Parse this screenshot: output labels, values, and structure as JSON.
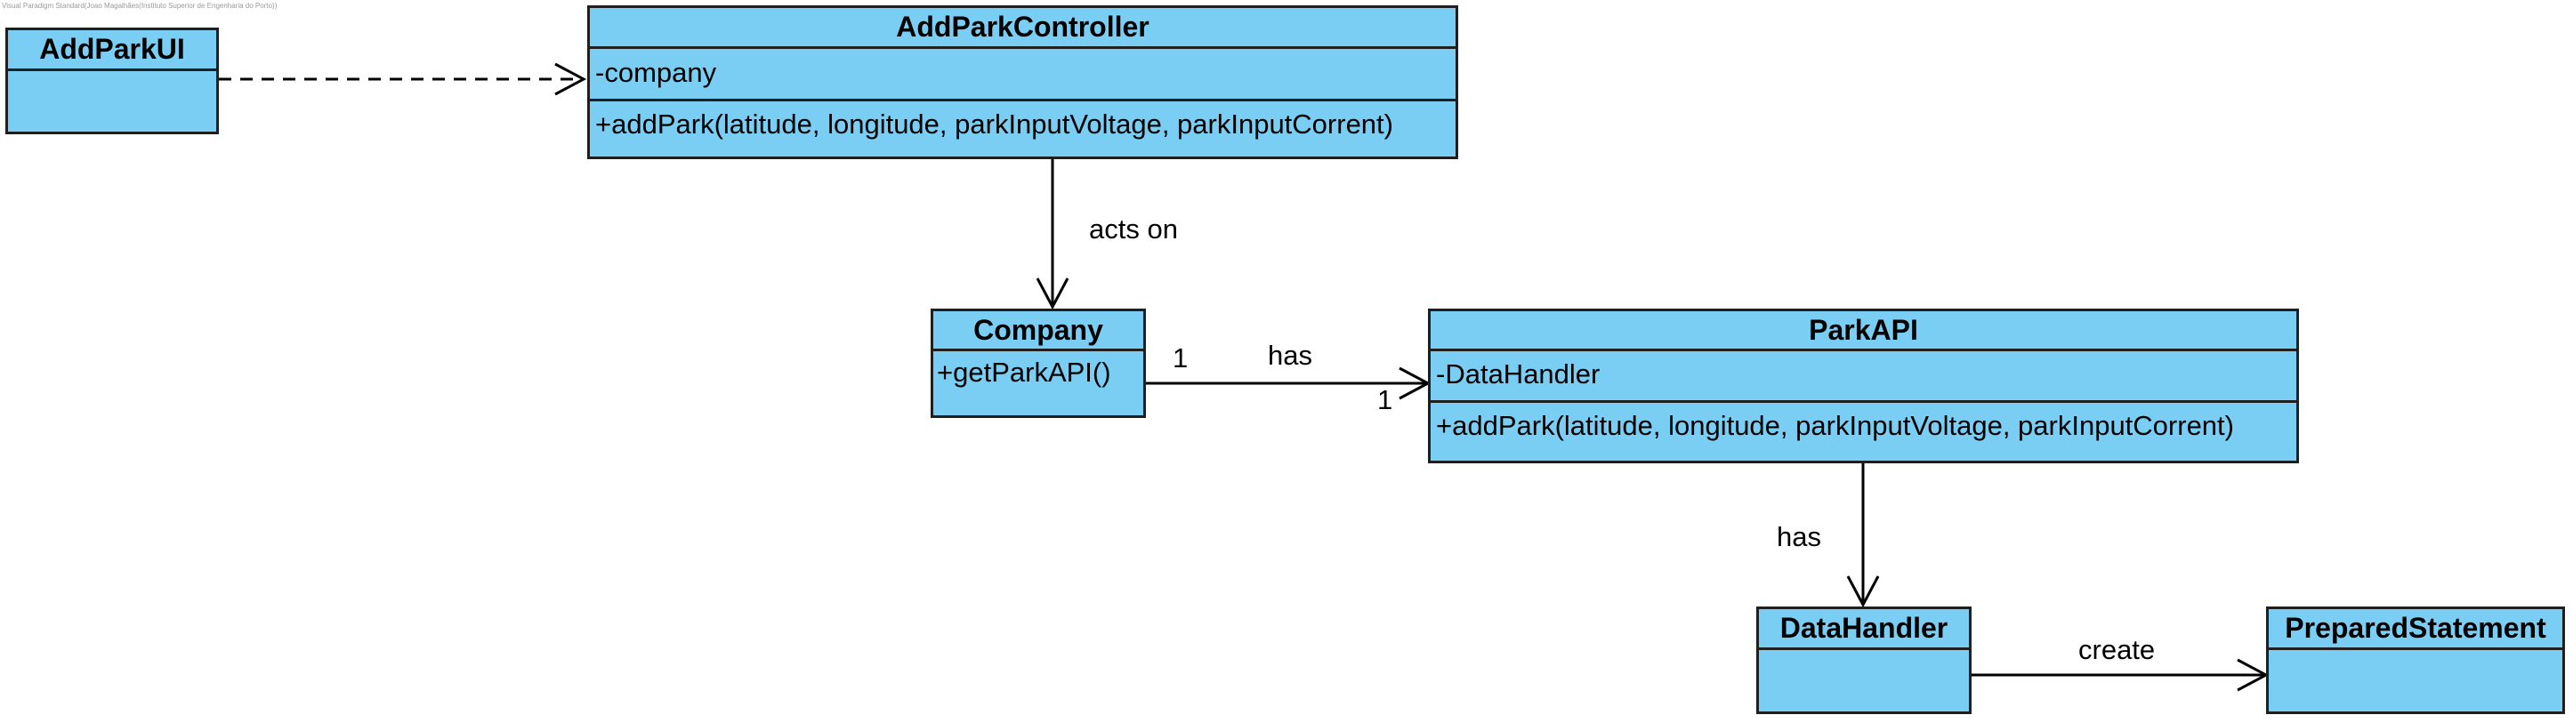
{
  "watermark": "Visual Paradigm Standard(Joao Magalhães(Instituto Superior de Engenharia do Porto))",
  "classes": {
    "add_park_ui": {
      "name": "AddParkUI"
    },
    "add_park_controller": {
      "name": "AddParkController",
      "attributes": [
        "-company"
      ],
      "operations": [
        "+addPark(latitude, longitude, parkInputVoltage, parkInputCorrent)"
      ]
    },
    "company": {
      "name": "Company",
      "operations": [
        "+getParkAPI()"
      ]
    },
    "park_api": {
      "name": "ParkAPI",
      "attributes": [
        "-DataHandler"
      ],
      "operations": [
        "+addPark(latitude, longitude, parkInputVoltage, parkInputCorrent)"
      ]
    },
    "data_handler": {
      "name": "DataHandler"
    },
    "prepared_statement": {
      "name": "PreparedStatement"
    }
  },
  "relations": {
    "acts_on": "acts on",
    "company_has_parkapi": {
      "label": "has",
      "source_multiplicity": "1",
      "target_multiplicity": "1"
    },
    "parkapi_has_datahandler": "has",
    "create": "create"
  },
  "colors": {
    "class_fill": "#7acef4",
    "border": "#1f1f1f",
    "line": "#000000"
  }
}
